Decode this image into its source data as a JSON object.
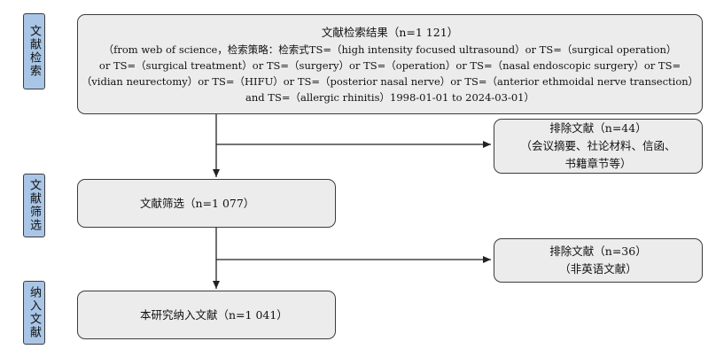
{
  "stages": {
    "search": "文献检索",
    "screen": "文献筛选",
    "include": "纳入文献"
  },
  "boxes": {
    "search_result": {
      "title": "文献检索结果（n=1 121）",
      "lines": [
        "（from web of science，检索策略：检索式TS=（high intensity focused ultrasound）or TS=（surgical operation）",
        "or TS=（surgical treatment）or TS=（surgery）or TS=（operation）or TS=（nasal endoscopic surgery）or TS=",
        "（vidian neurectomy）or TS=（HIFU）or TS=（posterior nasal nerve）or TS=（anterior ethmoidal nerve transection）",
        "and TS=（allergic rhinitis）1998-01-01 to 2024-03-01）"
      ]
    },
    "exclude_1": {
      "lines": [
        "排除文献（n=44）",
        "（会议摘要、社论材料、信函、",
        "书籍章节等）"
      ]
    },
    "screened": {
      "text": "文献筛选（n=1 077）"
    },
    "exclude_2": {
      "lines": [
        "排除文献（n=36）",
        "（非英语文献）"
      ]
    },
    "included": {
      "text": "本研究纳入文献（n=1 041）"
    }
  }
}
